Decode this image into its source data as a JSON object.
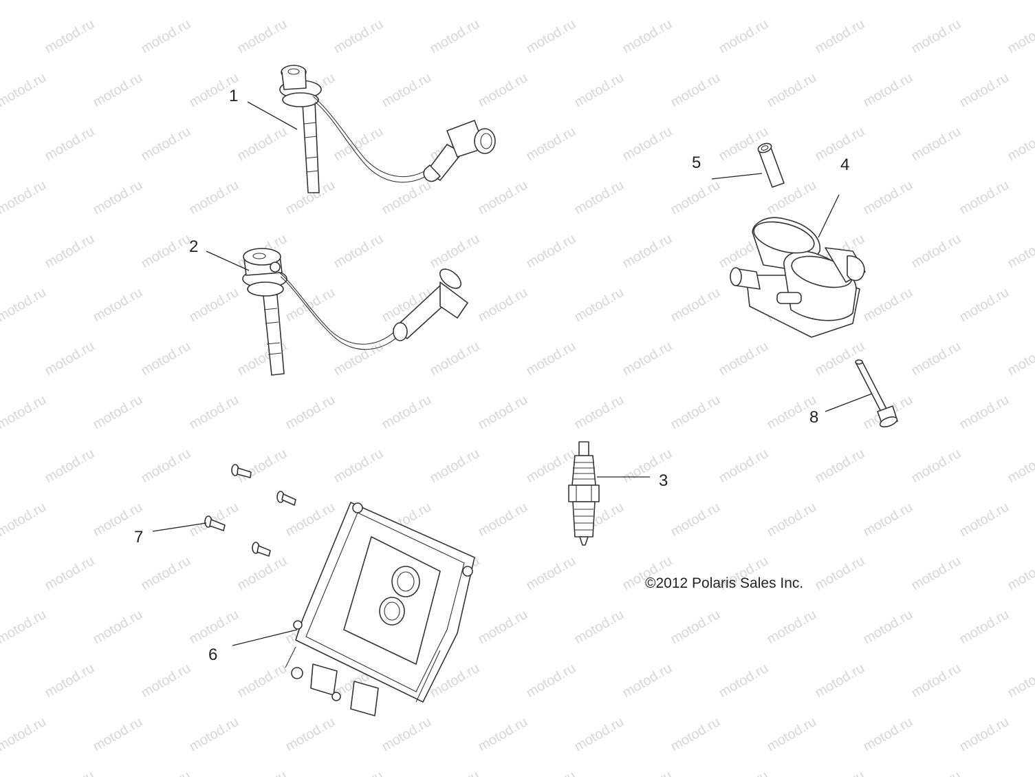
{
  "watermark": {
    "text": "motod.ru"
  },
  "copyright": "©2012 Polaris Sales Inc.",
  "callouts": [
    "1",
    "2",
    "3",
    "4",
    "5",
    "6",
    "7",
    "8"
  ]
}
